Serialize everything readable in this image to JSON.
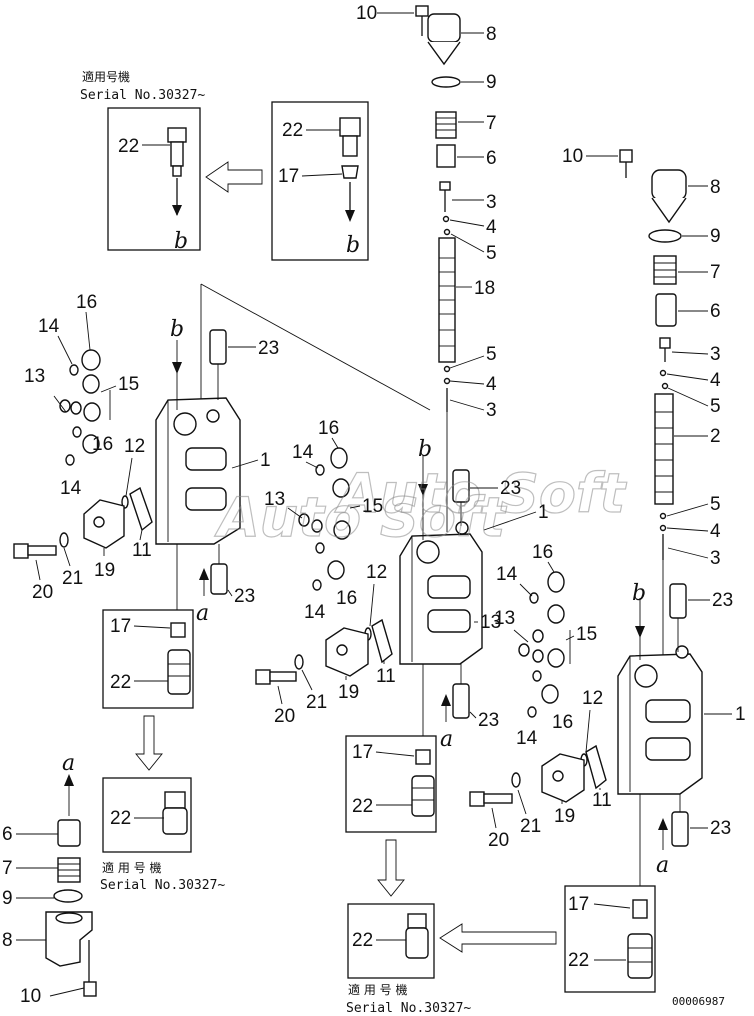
{
  "serial_notes": [
    {
      "title": "適用号機",
      "serial": "Serial No.30327~"
    },
    {
      "title": "適 用 号 機",
      "serial": "Serial No.30327~"
    },
    {
      "title": "適 用 号 機",
      "serial": "Serial No.30327~"
    }
  ],
  "part_numbers": {
    "p1": "1",
    "p2": "2",
    "p3": "3",
    "p4": "4",
    "p5": "5",
    "p6": "6",
    "p7": "7",
    "p8": "8",
    "p9": "9",
    "p10": "10",
    "p11": "11",
    "p12": "12",
    "p13": "13",
    "p14": "14",
    "p15": "15",
    "p16": "16",
    "p17": "17",
    "p18": "18",
    "p19": "19",
    "p20": "20",
    "p21": "21",
    "p22": "22",
    "p23": "23"
  },
  "flow_letters": {
    "a": "a",
    "b": "b"
  },
  "watermark": "Auto Soft",
  "document_number": "00006987"
}
